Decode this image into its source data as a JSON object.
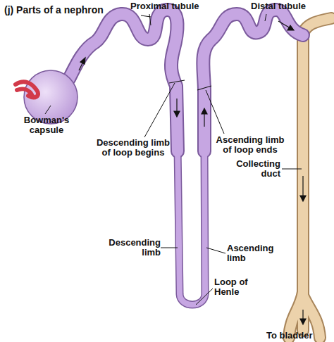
{
  "diagram": {
    "title": "(j) Parts of a nephron",
    "labels": [
      "Proximal tubule",
      "Distal tubule",
      "Bowman's capsule",
      "Descending limb of loop begins",
      "Ascending limb of loop ends",
      "Collecting duct",
      "Descending limb",
      "Ascending limb",
      "Loop of Henle",
      "To bladder"
    ]
  }
}
